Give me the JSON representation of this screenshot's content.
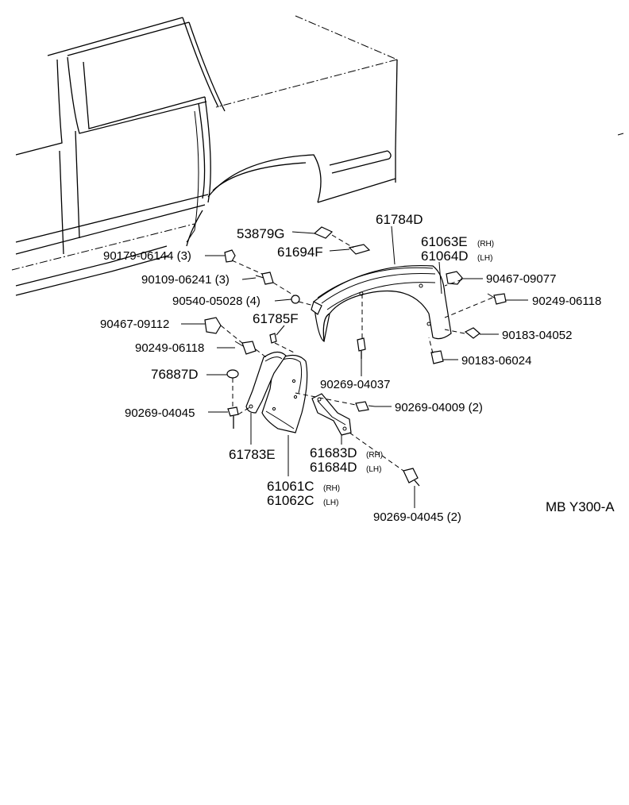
{
  "diagram_code": "MB Y300-A",
  "labels": {
    "p53879G": "53879G",
    "p61694F": "61694F",
    "p61784D": "61784D",
    "p61063E": "61063E",
    "p61063E_side": "(RH)",
    "p61064D": "61064D",
    "p61064D_side": "(LH)",
    "p90179": "90179-06144 (3)",
    "p90109": "90109-06241 (3)",
    "p90540": "90540-05028 (4)",
    "p90467_09077": "90467-09077",
    "p90249_right": "90249-06118",
    "p90183_04052": "90183-04052",
    "p90183_06024": "90183-06024",
    "p90467_09112": "90467-09112",
    "p61785F": "61785F",
    "p90249_left": "90249-06118",
    "p76887D": "76887D",
    "p90269_04037": "90269-04037",
    "p90269_04045_left": "90269-04045",
    "p90269_04009": "90269-04009 (2)",
    "p61783E": "61783E",
    "p61683D": "61683D",
    "p61683D_side": "(RH)",
    "p61684D": "61684D",
    "p61684D_side": "(LH)",
    "p61061C": "61061C",
    "p61061C_side": "(RH)",
    "p61062C": "61062C",
    "p61062C_side": "(LH)",
    "p90269_04045_right": "90269-04045 (2)"
  }
}
